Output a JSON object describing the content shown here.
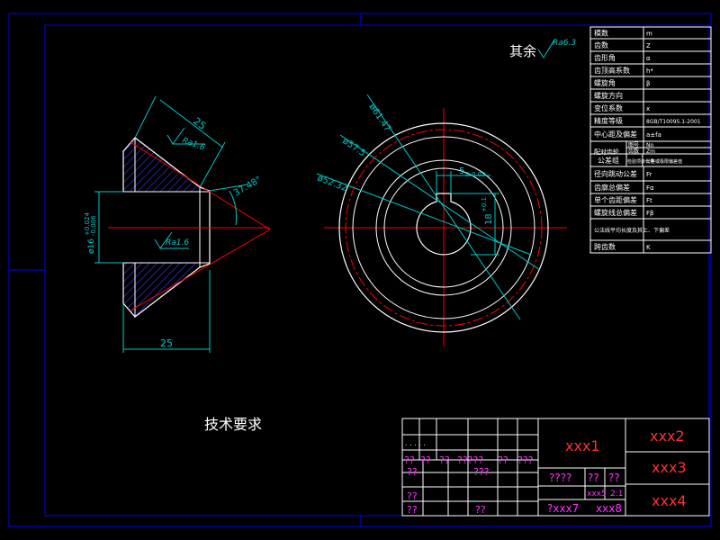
{
  "colors": {
    "background": "#000000",
    "frame": "#0000ff",
    "outline": "#ffffff",
    "center_line": "#ff0000",
    "dimension": "#00c8c8",
    "hatch": "#3333cc",
    "table_text": "#ffffff",
    "title_red": "#ff3030",
    "title_magenta": "#ff33ff"
  },
  "surface_finish": {
    "prefix": "其余",
    "value": "Ra6.3",
    "ra_top": "Ra1.6",
    "ra_mid": "Ra1.6"
  },
  "dimensions": {
    "face_width_top": "25",
    "face_width_bottom": "25",
    "cone_angle": "37.48°",
    "bore_diameter": "ø16",
    "bore_tol_upper": "+0.024",
    "bore_tol_lower": "-0.006",
    "tip_diameter": "ø61.47",
    "pitch_diameter": "ø57.5",
    "root_diameter": "ø52.32",
    "keyway_width": "5",
    "keyway_width_tol": "0-0.03",
    "keyway_depth": "18",
    "keyway_depth_tol": "+0.1",
    "keyway_depth_tol_low": "0"
  },
  "technical_requirements": "技术要求",
  "param_table": {
    "rows": [
      {
        "label": "模数",
        "symbol": "m"
      },
      {
        "label": "齿数",
        "symbol": "Z"
      },
      {
        "label": "齿形角",
        "symbol": "α"
      },
      {
        "label": "齿顶高系数",
        "symbol": "h*"
      },
      {
        "label": "螺旋角",
        "symbol": "β"
      },
      {
        "label": "螺旋方向",
        "symbol": ""
      },
      {
        "label": "变位系数",
        "symbol": "x"
      },
      {
        "label": "精度等级",
        "symbol": "8GB/T10095.1-2001"
      },
      {
        "label": "中心距及偏差",
        "symbol": "a±fa"
      },
      {
        "label": "配对齿轮",
        "sub1": "图号",
        "sub1_sym": "No",
        "sub2": "齿数",
        "sub2_sym": "Zm"
      },
      {
        "label": "公差组",
        "sub_col": "检验项目代号",
        "extra": "公差或极限偏差值"
      },
      {
        "label": "径向跳动公差",
        "symbol": "Fr"
      },
      {
        "label": "齿廓总偏差",
        "symbol": "Fα"
      },
      {
        "label": "单个齿距偏差",
        "symbol": "Ft"
      },
      {
        "label": "螺旋线总偏差",
        "symbol": "Fβ"
      },
      {
        "label": "公法线平均长度及其上、下偏差",
        "symbol": ""
      },
      {
        "label": "跨齿数",
        "symbol": "K"
      }
    ]
  },
  "title_block": {
    "name": "xxx1",
    "company": "xxx2",
    "drawing_no": "xxx3",
    "material": "xxx4",
    "scale_label": "xxx5",
    "scale_value": "2:1",
    "sheet_a": "?xxx7",
    "sheet_b": "xxx8",
    "weight_marks": [
      "????",
      "??",
      "??"
    ],
    "left_marks_row1": [
      "??",
      "??",
      "??",
      "?????",
      "??",
      "???"
    ],
    "left_marks_row2": [
      "??",
      "???"
    ],
    "left_marks_row3": [
      "??"
    ],
    "left_marks_row4": [
      "??",
      "??"
    ]
  }
}
